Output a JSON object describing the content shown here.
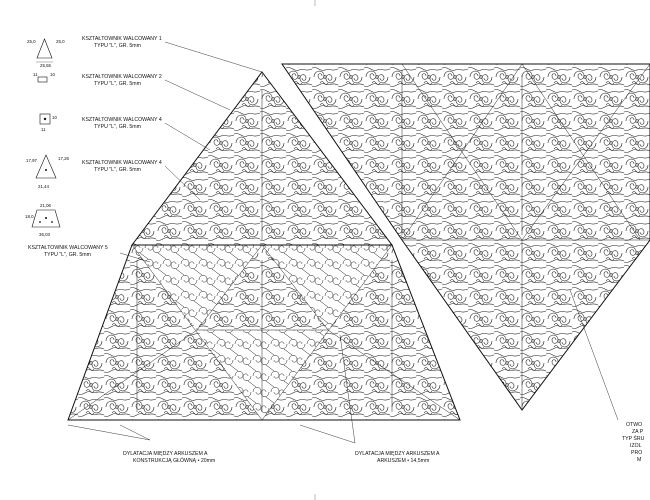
{
  "profiles": [
    {
      "label_line1": "KSZTAŁTOWNIK WALCOWANY 1",
      "label_line2": "TYPU \"L\", GR. 5mm",
      "dims": [
        "25,0",
        "25,55",
        "25,0"
      ]
    },
    {
      "label_line1": "KSZTAŁTOWNIK WALCOWANY 2",
      "label_line2": "TYPU \"L\", GR. 5mm",
      "dims": [
        "11",
        "10"
      ]
    },
    {
      "label_line1": "KSZTAŁTOWNIK WALCOWANY 4",
      "label_line2": "TYPU \"L\", GR. 5mm",
      "dims": [
        "11",
        "10"
      ]
    },
    {
      "label_line1": "KSZTAŁTOWNIK WALCOWANY 4",
      "label_line2": "TYPU \"L\", GR. 5mm",
      "dims": [
        "17,97",
        "17,26",
        "21,44"
      ]
    },
    {
      "label_line1": "KSZTAŁTOWNIK WALCOWANY 5",
      "label_line2": "TYPU \"L\", GR. 5mm",
      "dims": [
        "21,06",
        "18,0",
        "36,03"
      ]
    }
  ],
  "notes": {
    "dilation_main_line1": "DYLATACJA MIĘDZY ARKUSZEM A",
    "dilation_main_line2": "KONSTRUKCJĄ GŁÓWNĄ • 20mm",
    "dilation_sheet_line1": "DYLATACJA MIĘDZY ARKUSZEM A",
    "dilation_sheet_line2": "ARKUSZEM • 14,5mm",
    "side_lines": [
      "OTWO",
      "ZA P",
      "TYP ŚRU",
      "IZOL",
      "PRO",
      "M"
    ]
  },
  "colors": {
    "ink": "#111111",
    "paper": "#ffffff"
  }
}
